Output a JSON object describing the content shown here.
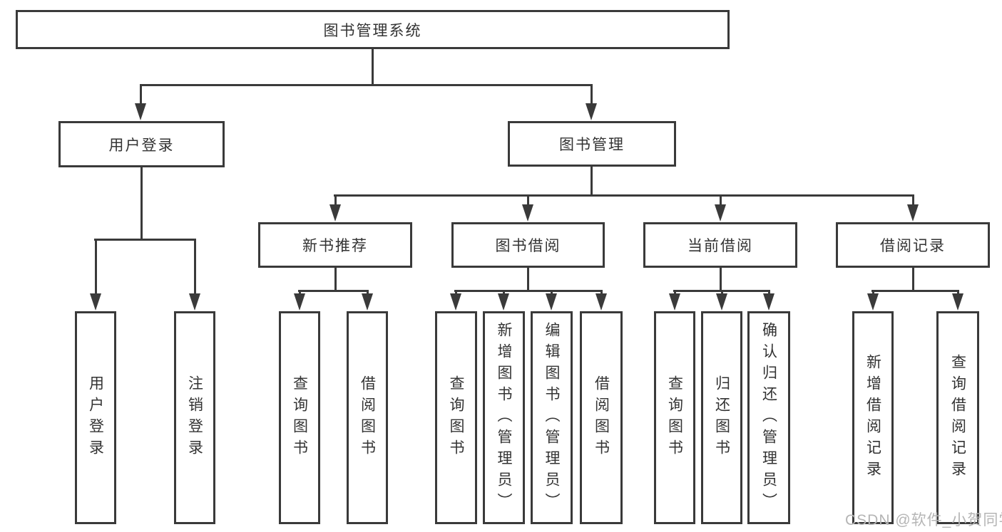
{
  "colors": {
    "line": "#3a3a3a",
    "text": "#333333",
    "background": "#ffffff",
    "watermark_color": "#b5b5b5"
  },
  "diagram": {
    "root": {
      "label": "图书管理系统"
    },
    "level2": {
      "user_login": {
        "label": "用户登录"
      },
      "book_mgmt": {
        "label": "图书管理"
      }
    },
    "level3": {
      "new_book": {
        "label": "新书推荐"
      },
      "book_borrow": {
        "label": "图书借阅"
      },
      "current_borrow": {
        "label": "当前借阅"
      },
      "borrow_records": {
        "label": "借阅记录"
      }
    },
    "leaves": {
      "login": {
        "label": "用户登录"
      },
      "logout": {
        "label": "注销登录"
      },
      "new_book_query": {
        "label": "查询图书"
      },
      "new_book_borrow": {
        "label": "借阅图书"
      },
      "borrow_query": {
        "label": "查询图书"
      },
      "borrow_add": {
        "label": "新增图书（管理员）"
      },
      "borrow_edit": {
        "label": "编辑图书（管理员）"
      },
      "borrow_lend": {
        "label": "借阅图书"
      },
      "current_query": {
        "label": "查询图书"
      },
      "current_return": {
        "label": "归还图书"
      },
      "current_confirm": {
        "label": "确认归还（管理员）"
      },
      "records_add": {
        "label": "新增借阅记录"
      },
      "records_query": {
        "label": "查询借阅记录"
      }
    }
  },
  "watermark": {
    "text": "CSDN @软件_小贺同学"
  }
}
